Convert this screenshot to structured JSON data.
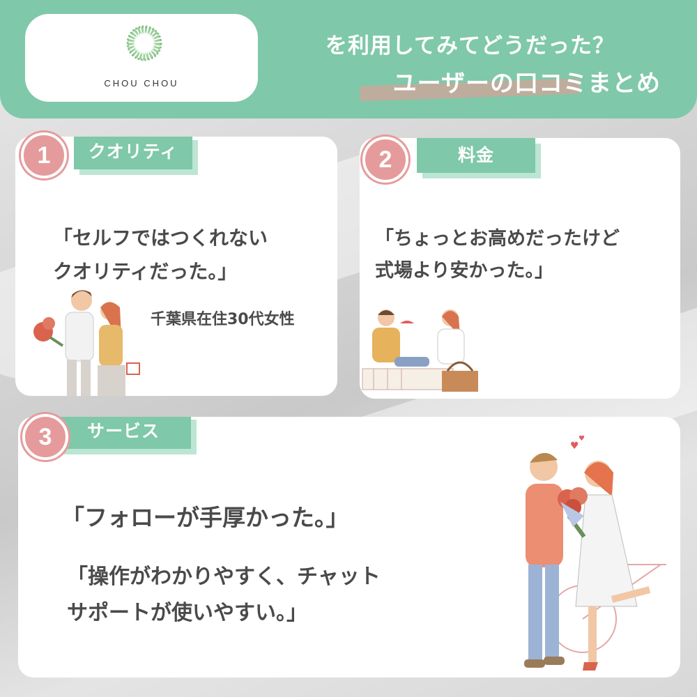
{
  "header": {
    "brand": "CHOU CHOU",
    "title_line1": "を利用してみてどうだった？",
    "title_line2": "ユーザーの口コミまとめ"
  },
  "cards": [
    {
      "number": "1",
      "tag": "クオリティ",
      "quote_lines": [
        "「セルフではつくれない",
        "クオリティだった。」"
      ],
      "attribution": "千葉県在住30代女性"
    },
    {
      "number": "2",
      "tag": "料金",
      "quote_lines": [
        "「ちょっとお高めだったけど",
        "式場より安かった。」"
      ]
    },
    {
      "number": "3",
      "tag": "サービス",
      "quote_a": "「フォローが手厚かった。」",
      "quote_b_lines": [
        "「操作がわかりやすく、チャット",
        "サポートが使いやすい。」"
      ]
    }
  ],
  "colors": {
    "accent_green": "#7fc8a9",
    "light_green": "#bde5d3",
    "number_pink": "#e59b9b",
    "underline": "#c9a89b"
  },
  "icons": [
    "wreath-logo-icon",
    "couple-gift-illustration",
    "picnic-illustration",
    "couple-bouquet-illustration"
  ]
}
